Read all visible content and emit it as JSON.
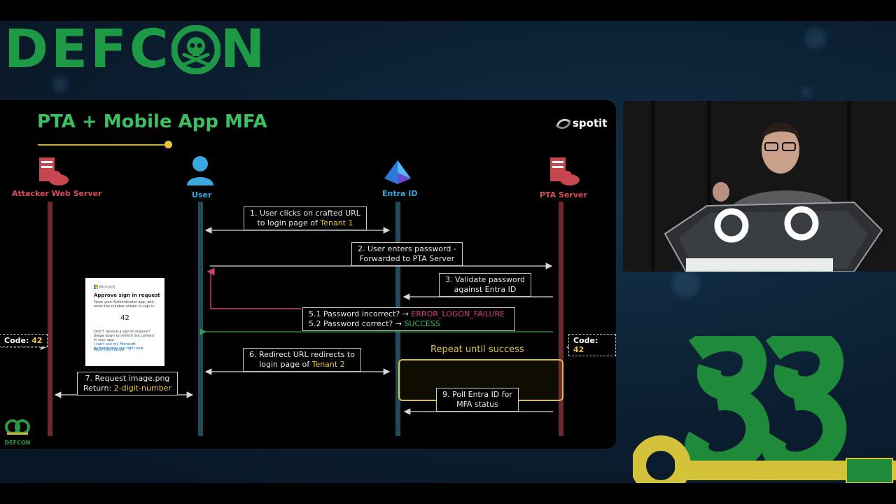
{
  "event_logo": "DEFC",
  "event_logo_tail": "N",
  "slide": {
    "title": "PTA + Mobile App MFA",
    "brand": "spotit",
    "corner_logo_label": "DEFCON"
  },
  "actors": [
    {
      "label": "Attacker Web Server",
      "color": "#d8505a"
    },
    {
      "label": "User",
      "color": "#3aa8e0"
    },
    {
      "label": "Entra ID",
      "color": "#3aa8e0"
    },
    {
      "label": "PTA Server",
      "color": "#d8505a"
    }
  ],
  "messages": {
    "m1_line1": "1. User clicks on crafted URL",
    "m1_line2a": "to login page of ",
    "m1_line2b": "Tenant 1",
    "m2_line1": "2. User enters password -",
    "m2_line2": "Forwarded to PTA Server",
    "m3_line1": "3. Validate password",
    "m3_line2": "against Entra ID",
    "m5_line1a": "5.1 Password incorrect? → ",
    "m5_line1b": "ERROR_LOGON_FAILURE",
    "m5_line2a": "5.2 Password correct? → ",
    "m5_line2b": "SUCCESS",
    "m6_line1": "6. Redirect URL redirects to",
    "m6_line2a": "login page of ",
    "m6_line2b": "Tenant 2",
    "m7_line1": "7. Request image.png",
    "m7_line2a": "Return: ",
    "m7_line2b": "2-digit-number",
    "m9_line1": "9. Poll Entra ID for",
    "m9_line2": "MFA status"
  },
  "repeat_label": "Repeat until success",
  "code_left": {
    "label": "Code: ",
    "value": "42"
  },
  "code_right": {
    "label": "Code: ",
    "value": "42"
  },
  "approve_card": {
    "vendor": "Microsoft",
    "title": "Approve sign in request",
    "instruction": "Open your Authenticator app, and enter the number shown to sign in.",
    "number": "42",
    "help": "Didn't receive a sign-in request? Swipe down to refresh the content in your app.",
    "link1": "I can't use my Microsoft Authenticator app right now",
    "link2": "More information"
  },
  "colors": {
    "accent_green": "#3ac060",
    "accent_gold": "#e8c43a",
    "error_pink": "#d04080",
    "lifeline_red": "#6a2a2e",
    "lifeline_blue": "#1f4a5a"
  }
}
